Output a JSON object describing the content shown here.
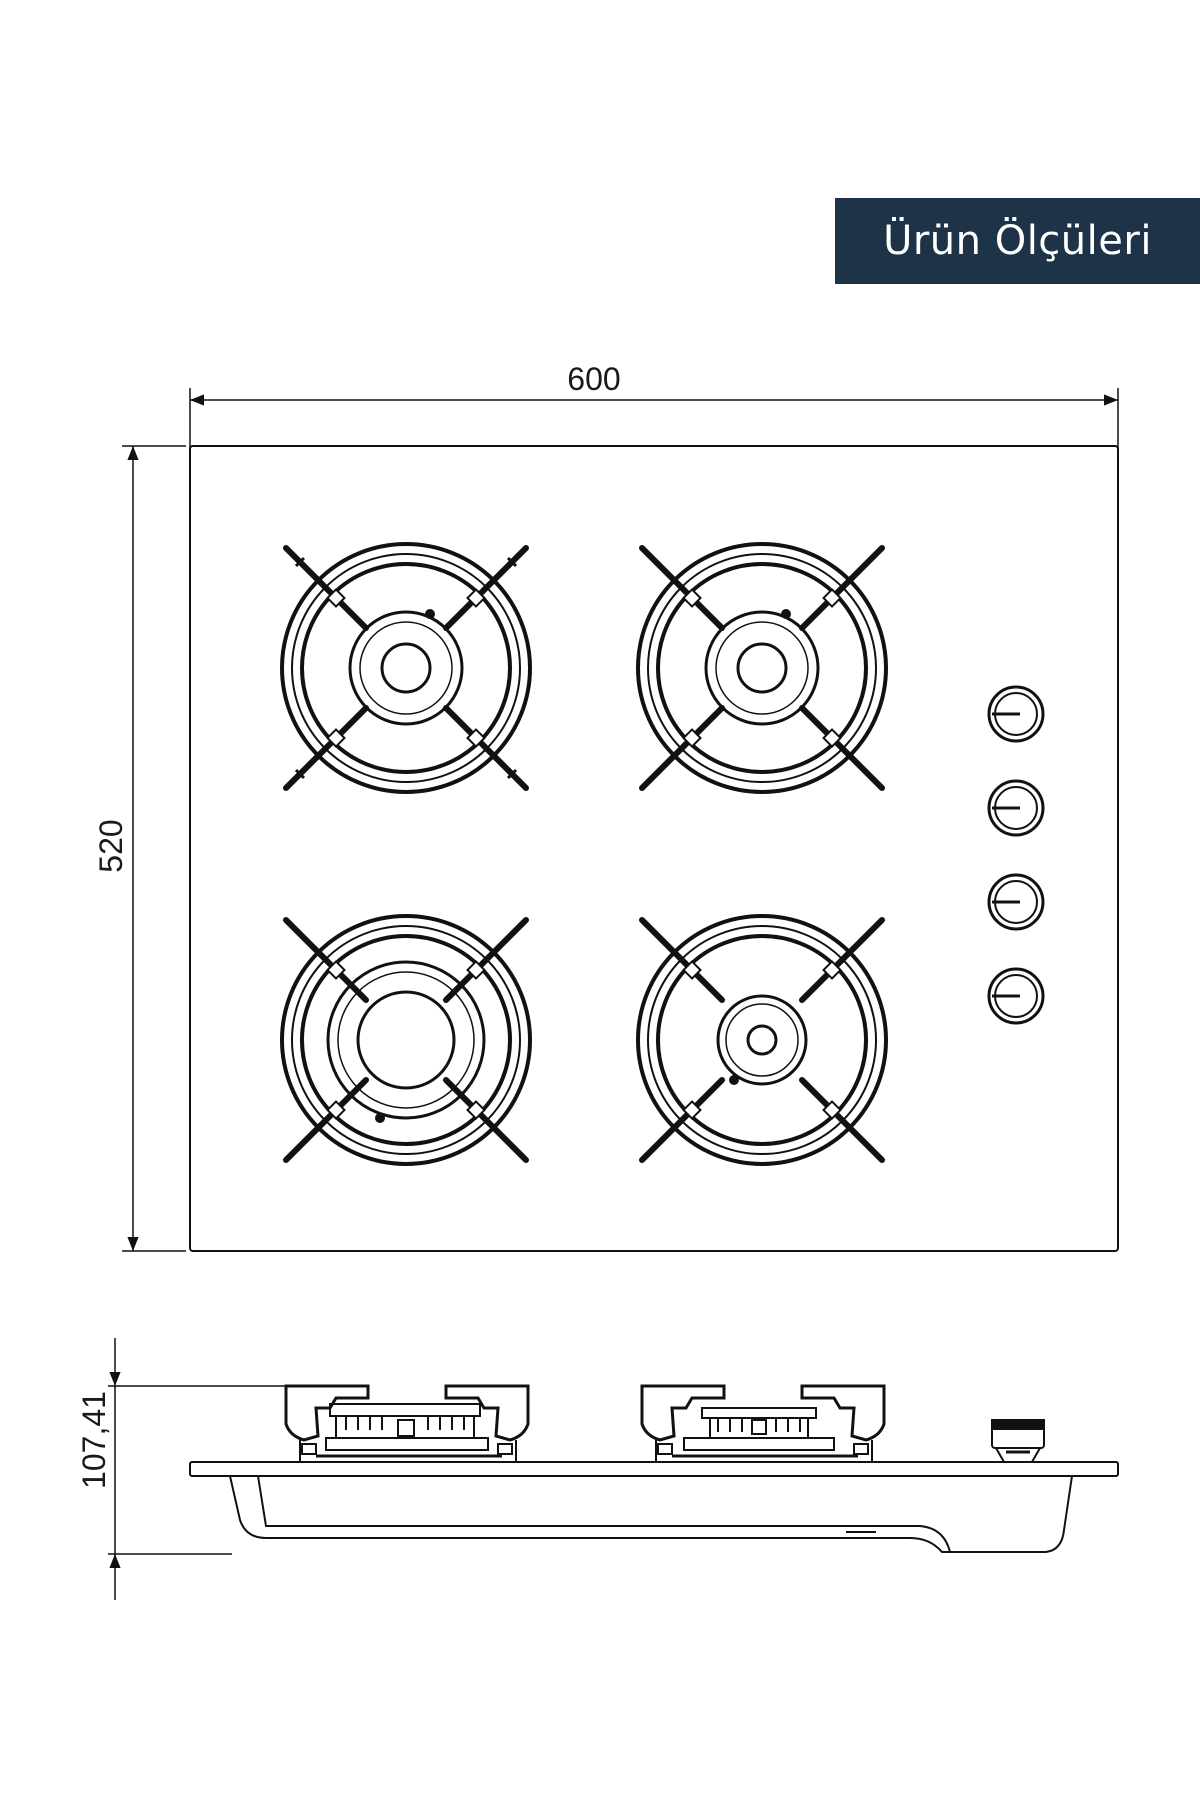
{
  "header": {
    "title": "Ürün Ölçüleri"
  },
  "colors": {
    "badge_bg": "#1e3347",
    "badge_text": "#ffffff",
    "line": "#111111"
  },
  "dimensions": {
    "width": "600",
    "depth": "520",
    "height": "107,41"
  },
  "components": {
    "burners": [
      {
        "name": "burner-top-left",
        "size": "medium"
      },
      {
        "name": "burner-top-right",
        "size": "medium"
      },
      {
        "name": "burner-bottom-left",
        "size": "large"
      },
      {
        "name": "burner-bottom-right",
        "size": "small"
      }
    ],
    "knobs": 4
  }
}
